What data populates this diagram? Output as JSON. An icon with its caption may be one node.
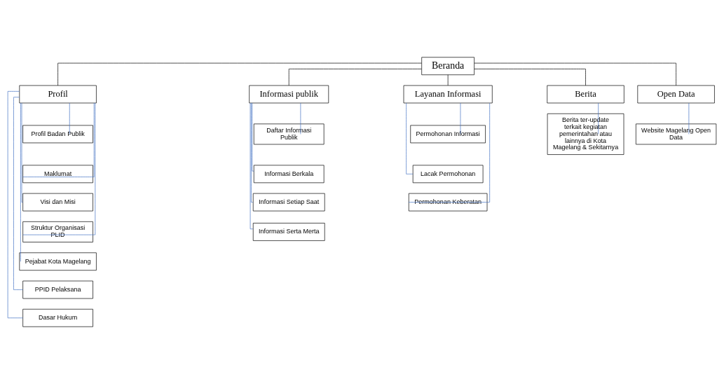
{
  "diagram": {
    "nodes": [
      {
        "text": [
          "Beranda"
        ]
      },
      {
        "text": [
          "Profil"
        ]
      },
      {
        "text": [
          "Informasi publik"
        ]
      },
      {
        "text": [
          "Layanan Informasi"
        ]
      },
      {
        "text": [
          "Berita"
        ]
      },
      {
        "text": [
          "Open Data"
        ]
      },
      {
        "text": [
          "Profil Badan Publik"
        ]
      },
      {
        "text": [
          "Maklumat"
        ]
      },
      {
        "text": [
          "Visi dan Misi"
        ]
      },
      {
        "text": [
          "Struktur Organisasi PLID"
        ]
      },
      {
        "text": [
          "Pejabat Kota Magelang"
        ]
      },
      {
        "text": [
          "PPID Pelaksana"
        ]
      },
      {
        "text": [
          "Dasar Hukum"
        ]
      },
      {
        "text": [
          "Daftar Informasi Publik"
        ]
      },
      {
        "text": [
          "Informasi Berkala"
        ]
      },
      {
        "text": [
          "Informasi Setiap Saat"
        ]
      },
      {
        "text": [
          "Informasi Serta Merta"
        ]
      },
      {
        "text": [
          "Permohonan Informasi"
        ]
      },
      {
        "text": [
          "Lacak Permohonan"
        ]
      },
      {
        "text": [
          "Permohonan Keberatan"
        ]
      },
      {
        "text": [
          "Berita ter-update terkait kegiatan pemerintahan atau lainnya di Kota Magelang & Sekitarnya"
        ]
      },
      {
        "text": [
          "Website Magelang Open Data"
        ]
      }
    ],
    "edges": [
      {
        "from": 0,
        "to": 1,
        "arrow": "none",
        "color": "#000000"
      },
      {
        "from": 0,
        "to": 2,
        "arrow": "none",
        "color": "#000000"
      },
      {
        "from": 0,
        "to": 3,
        "arrow": "none",
        "color": "#000000"
      },
      {
        "from": 0,
        "to": 4,
        "arrow": "none",
        "color": "#000000"
      },
      {
        "from": 0,
        "to": 5,
        "arrow": "none",
        "color": "#000000"
      },
      {
        "from": 1,
        "to": 6,
        "arrow": "none"
      },
      {
        "from": 1,
        "to": 7,
        "arrow": "none"
      },
      {
        "from": 1,
        "to": 8,
        "arrow": "none"
      },
      {
        "from": 1,
        "to": 9,
        "arrow": "none"
      },
      {
        "from": 1,
        "to": 10,
        "arrow": "none"
      },
      {
        "from": 1,
        "to": 11,
        "arrow": "none"
      },
      {
        "from": 1,
        "to": 12,
        "arrow": "none"
      },
      {
        "from": 2,
        "to": 13,
        "arrow": "none"
      },
      {
        "from": 2,
        "to": 14,
        "arrow": "none"
      },
      {
        "from": 2,
        "to": 15,
        "arrow": "none"
      },
      {
        "from": 2,
        "to": 16,
        "arrow": "none"
      },
      {
        "from": 3,
        "to": 17,
        "arrow": "none"
      },
      {
        "from": 3,
        "to": 18,
        "arrow": "none"
      },
      {
        "from": 3,
        "to": 19,
        "arrow": "none"
      },
      {
        "from": 4,
        "to": 20,
        "arrow": "none"
      },
      {
        "from": 5,
        "to": 21,
        "arrow": "none"
      }
    ]
  }
}
